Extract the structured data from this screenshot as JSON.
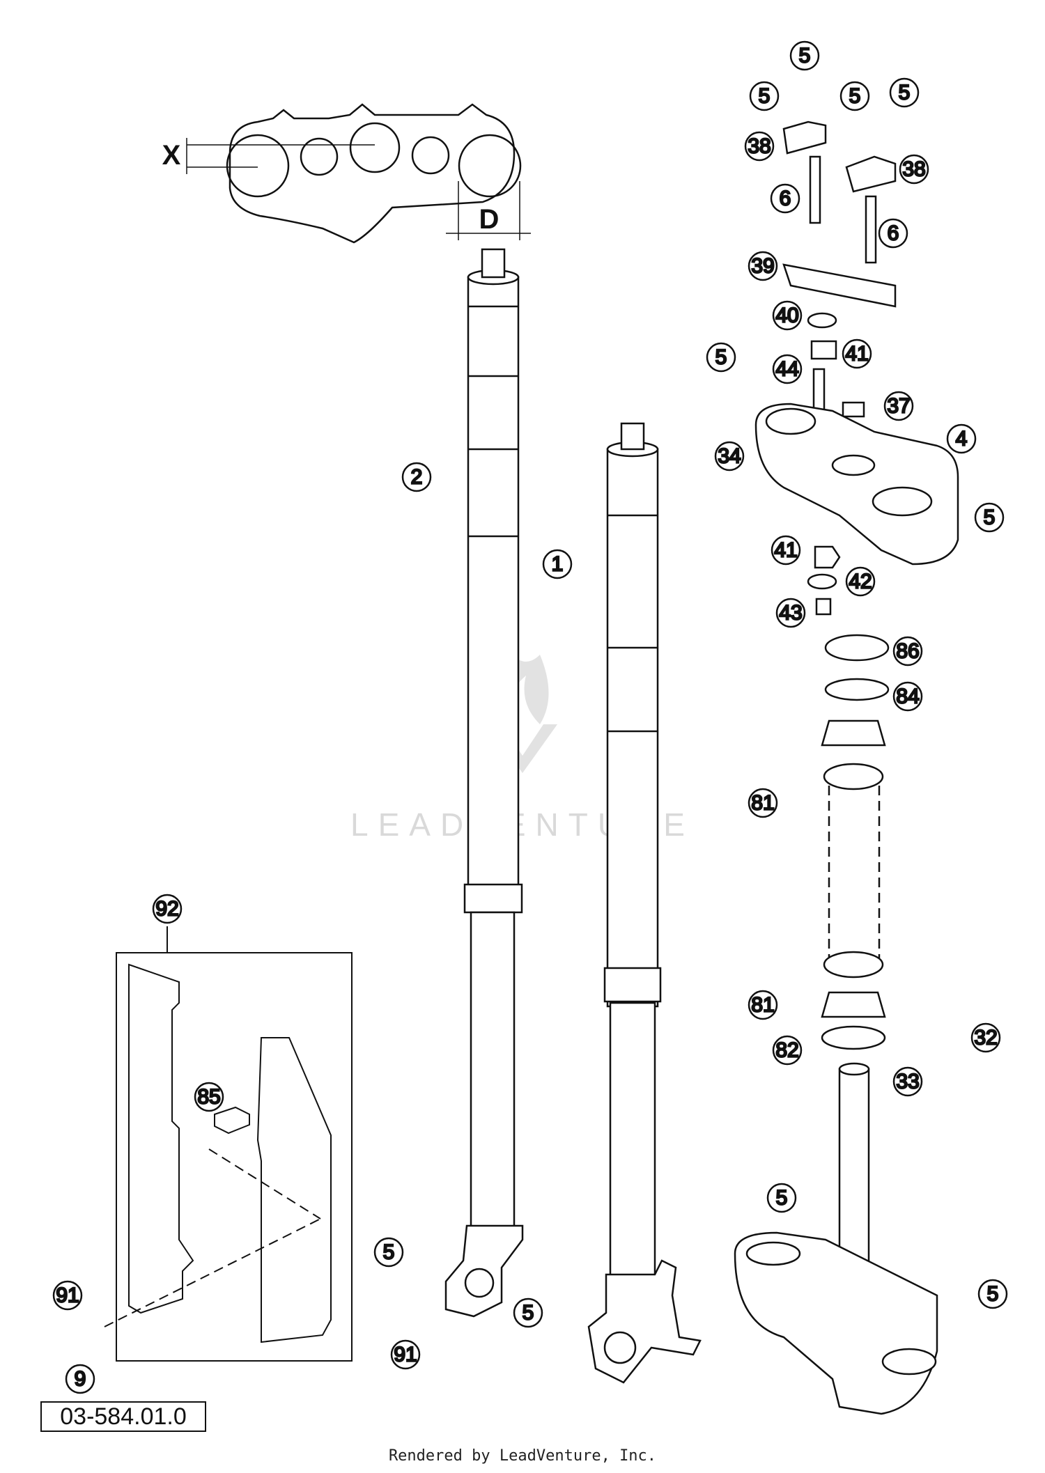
{
  "diagram": {
    "id": "03-584.01.0",
    "footer": "Rendered by LeadVenture, Inc.",
    "watermark": "LEADVENTURE",
    "dimension_labels": [
      "X",
      "D"
    ],
    "callouts": [
      "5",
      "5",
      "5",
      "5",
      "38",
      "38",
      "6",
      "6",
      "39",
      "40",
      "41",
      "5",
      "44",
      "37",
      "4",
      "34",
      "5",
      "41",
      "42",
      "43",
      "86",
      "84",
      "81",
      "81",
      "82",
      "32",
      "33",
      "5",
      "5",
      "2",
      "1",
      "92",
      "85",
      "5",
      "5",
      "91",
      "9",
      "91"
    ]
  }
}
